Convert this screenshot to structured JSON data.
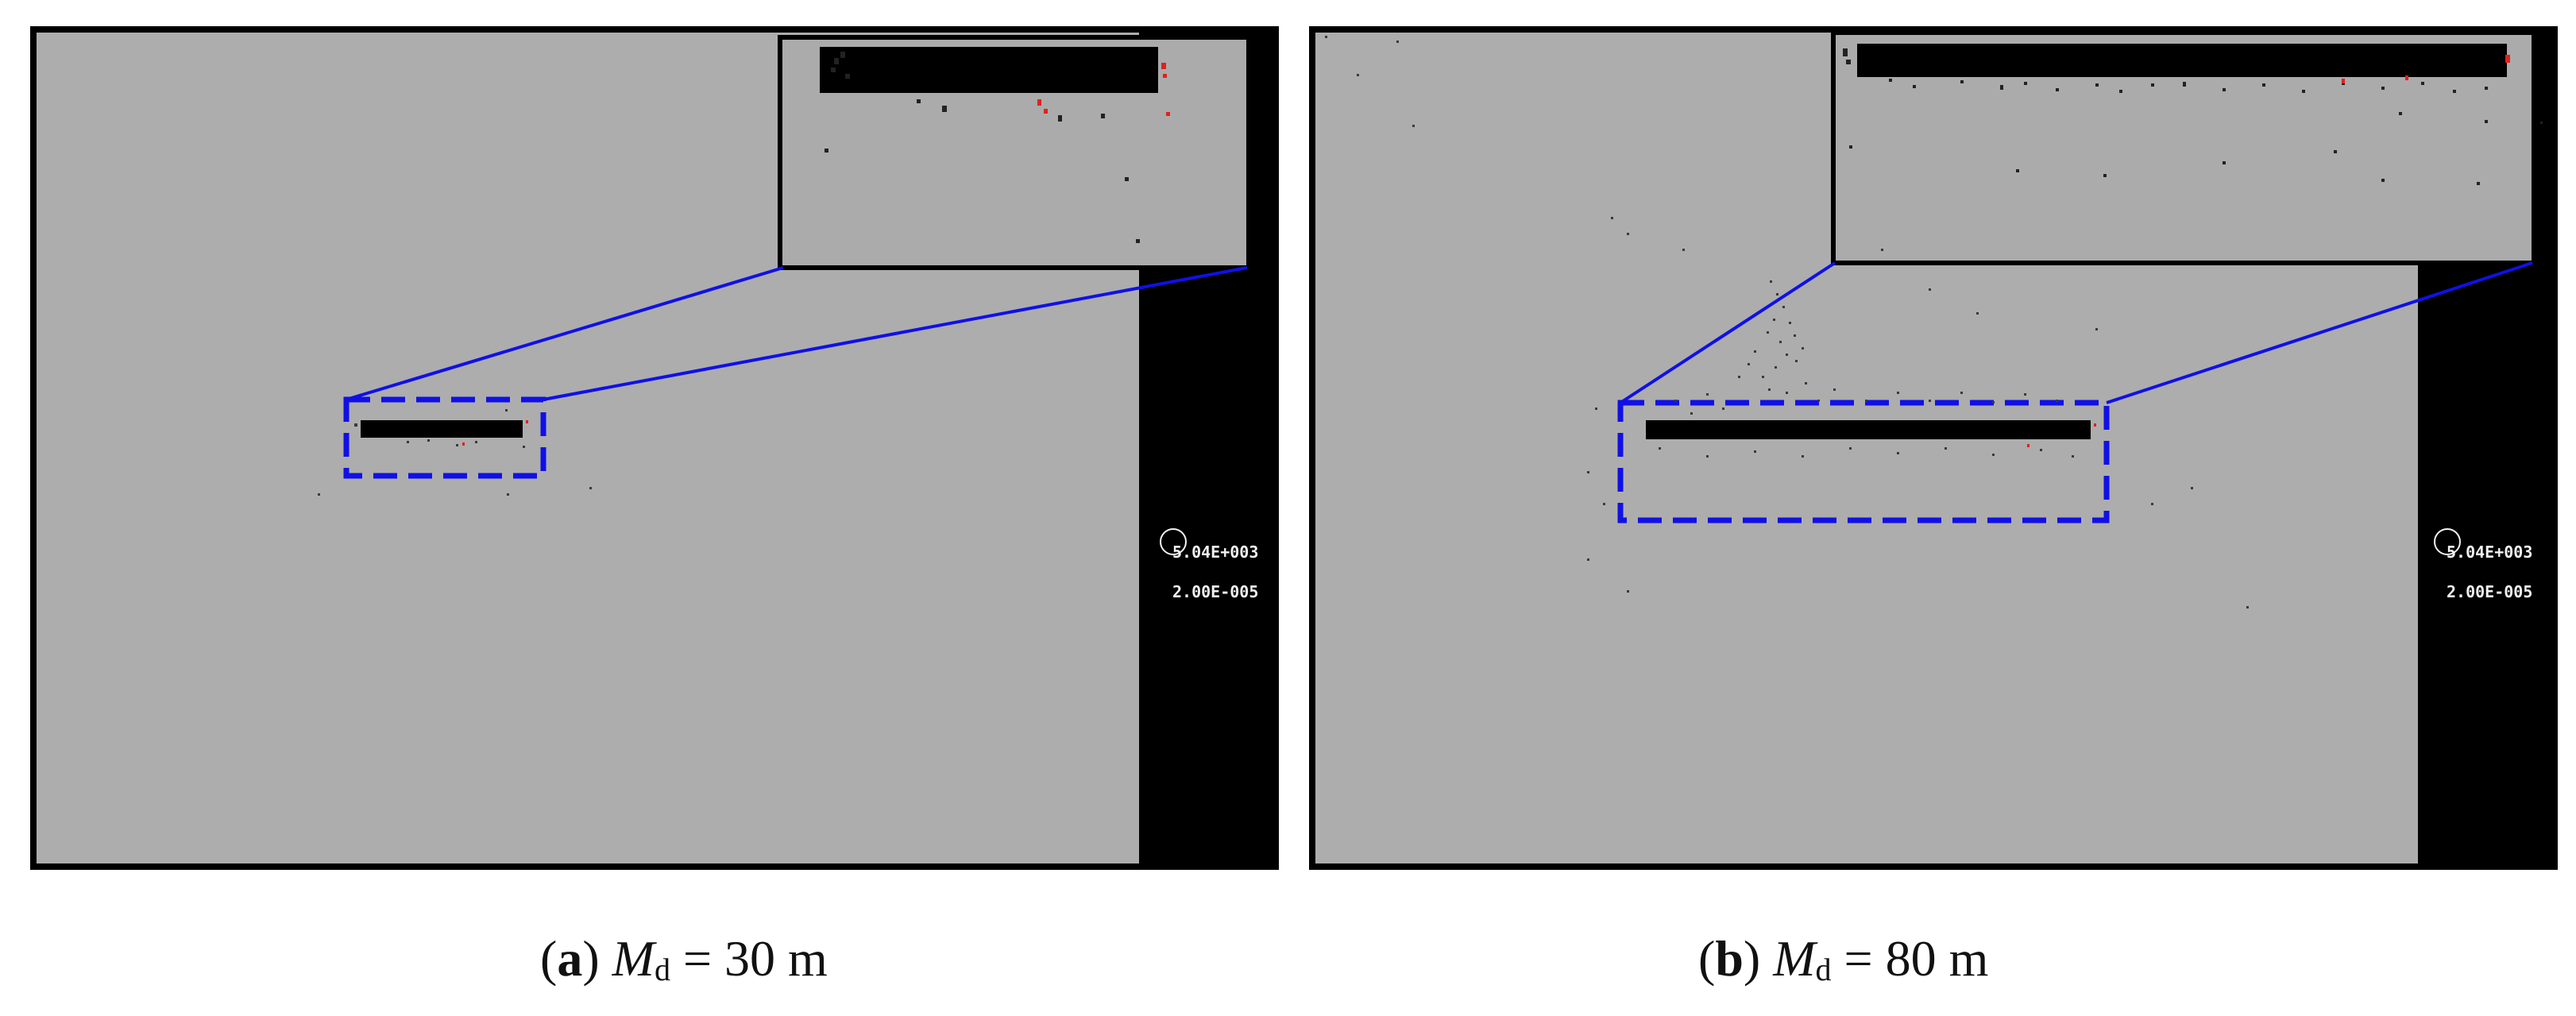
{
  "panels": [
    {
      "id": "a",
      "legend_value_top": "5.04E+003",
      "legend_value_bottom": "2.00E-005",
      "caption_label": "a",
      "caption_symbol": "M",
      "caption_subscript": "d",
      "caption_value": "= 30 m"
    },
    {
      "id": "b",
      "legend_value_top": "5.04E+003",
      "legend_value_bottom": "2.00E-005",
      "caption_label": "b",
      "caption_symbol": "M",
      "caption_subscript": "d",
      "caption_value": "= 80 m"
    }
  ],
  "colors": {
    "background_field": "#adadad",
    "frame": "#000000",
    "zoom_box": "#1010e6",
    "crack_points": "#3a3a3a",
    "highlight_points": "#e02020"
  }
}
